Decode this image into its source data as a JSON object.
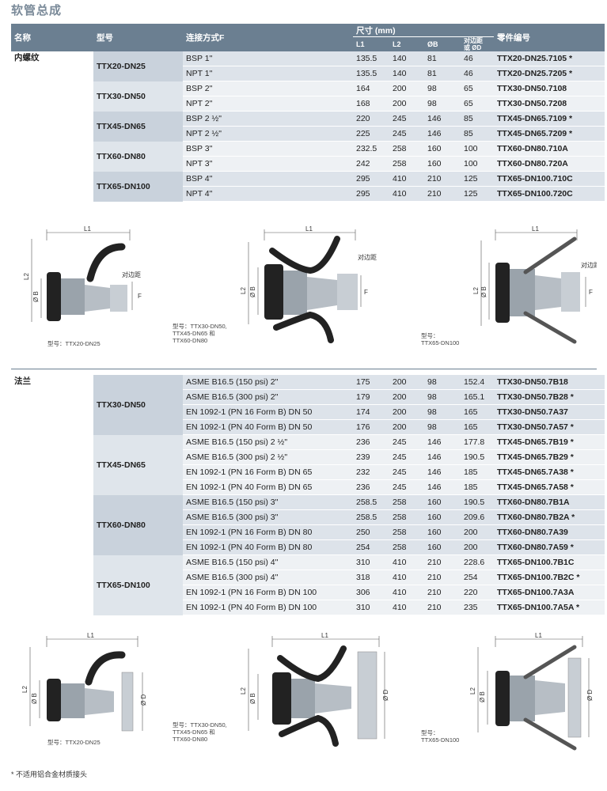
{
  "title": "软管总成",
  "header": {
    "name": "名称",
    "model": "型号",
    "conn": "连接方式F",
    "dims": "尺寸 (mm)",
    "l1": "L1",
    "l2": "L2",
    "ob": "ØB",
    "od1": "对边距",
    "od2": "或 ØD",
    "part": "零件编号"
  },
  "thread": {
    "name": "内螺纹",
    "groups": [
      {
        "model": "TTX20-DN25",
        "rows": [
          [
            "BSP 1\"",
            "135.5",
            "140",
            "81",
            "46",
            "TTX20-DN25.7105 *"
          ],
          [
            "NPT 1\"",
            "135.5",
            "140",
            "81",
            "46",
            "TTX20-DN25.7205 *"
          ]
        ]
      },
      {
        "model": "TTX30-DN50",
        "rows": [
          [
            "BSP 2\"",
            "164",
            "200",
            "98",
            "65",
            "TTX30-DN50.7108"
          ],
          [
            "NPT 2\"",
            "168",
            "200",
            "98",
            "65",
            "TTX30-DN50.7208"
          ]
        ]
      },
      {
        "model": "TTX45-DN65",
        "rows": [
          [
            "BSP 2 ½\"",
            "220",
            "245",
            "146",
            "85",
            "TTX45-DN65.7109 *"
          ],
          [
            "NPT 2 ½\"",
            "225",
            "245",
            "146",
            "85",
            "TTX45-DN65.7209 *"
          ]
        ]
      },
      {
        "model": "TTX60-DN80",
        "rows": [
          [
            "BSP 3\"",
            "232.5",
            "258",
            "160",
            "100",
            "TTX60-DN80.710A"
          ],
          [
            "NPT 3\"",
            "242",
            "258",
            "160",
            "100",
            "TTX60-DN80.720A"
          ]
        ]
      },
      {
        "model": "TTX65-DN100",
        "rows": [
          [
            "BSP 4\"",
            "295",
            "410",
            "210",
            "125",
            "TTX65-DN100.710C"
          ],
          [
            "NPT 4\"",
            "295",
            "410",
            "210",
            "125",
            "TTX65-DN100.720C"
          ]
        ]
      }
    ]
  },
  "flange": {
    "name": "法兰",
    "groups": [
      {
        "model": "TTX30-DN50",
        "rows": [
          [
            "ASME B16.5 (150 psi) 2\"",
            "175",
            "200",
            "98",
            "152.4",
            "TTX30-DN50.7B18"
          ],
          [
            "ASME B16.5 (300 psi) 2\"",
            "179",
            "200",
            "98",
            "165.1",
            "TTX30-DN50.7B28 *"
          ],
          [
            "EN 1092-1 (PN 16 Form B) DN 50",
            "174",
            "200",
            "98",
            "165",
            "TTX30-DN50.7A37"
          ],
          [
            "EN 1092-1 (PN 40 Form B) DN 50",
            "176",
            "200",
            "98",
            "165",
            "TTX30-DN50.7A57 *"
          ]
        ]
      },
      {
        "model": "TTX45-DN65",
        "rows": [
          [
            "ASME B16.5 (150 psi) 2 ½\"",
            "236",
            "245",
            "146",
            "177.8",
            "TTX45-DN65.7B19 *"
          ],
          [
            "ASME B16.5 (300 psi) 2 ½\"",
            "239",
            "245",
            "146",
            "190.5",
            "TTX45-DN65.7B29 *"
          ],
          [
            "EN 1092-1 (PN 16 Form B) DN 65",
            "232",
            "245",
            "146",
            "185",
            "TTX45-DN65.7A38 *"
          ],
          [
            "EN 1092-1 (PN 40 Form B) DN 65",
            "236",
            "245",
            "146",
            "185",
            "TTX45-DN65.7A58 *"
          ]
        ]
      },
      {
        "model": "TTX60-DN80",
        "rows": [
          [
            "ASME B16.5 (150 psi) 3\"",
            "258.5",
            "258",
            "160",
            "190.5",
            "TTX60-DN80.7B1A"
          ],
          [
            "ASME B16.5 (300 psi) 3\"",
            "258.5",
            "258",
            "160",
            "209.6",
            "TTX60-DN80.7B2A *"
          ],
          [
            "EN 1092-1 (PN 16 Form B) DN 80",
            "250",
            "258",
            "160",
            "200",
            "TTX60-DN80.7A39"
          ],
          [
            "EN 1092-1 (PN 40 Form B) DN 80",
            "254",
            "258",
            "160",
            "200",
            "TTX60-DN80.7A59 *"
          ]
        ]
      },
      {
        "model": "TTX65-DN100",
        "rows": [
          [
            "ASME B16.5 (150 psi) 4\"",
            "310",
            "410",
            "210",
            "228.6",
            "TTX65-DN100.7B1C"
          ],
          [
            "ASME B16.5 (300 psi) 4\"",
            "318",
            "410",
            "210",
            "254",
            "TTX65-DN100.7B2C *"
          ],
          [
            "EN 1092-1 (PN 16 Form B) DN 100",
            "306",
            "410",
            "210",
            "220",
            "TTX65-DN100.7A3A"
          ],
          [
            "EN 1092-1 (PN 40 Form B) DN 100",
            "310",
            "410",
            "210",
            "235",
            "TTX65-DN100.7A5A *"
          ]
        ]
      }
    ]
  },
  "diagrams": {
    "l1": "L1",
    "l2": "L2",
    "ob": "Ø B",
    "od": "Ø D",
    "f": "F",
    "across": "对边距",
    "cap1": "型号：TTX20-DN25",
    "cap2a": "型号：TTX30-DN50,",
    "cap2b": "TTX45-DN65 和",
    "cap2c": "TTX60-DN80",
    "cap3a": "型号：",
    "cap3b": "TTX65-DN100"
  },
  "footnote": "* 不适用铝合金材质接头"
}
